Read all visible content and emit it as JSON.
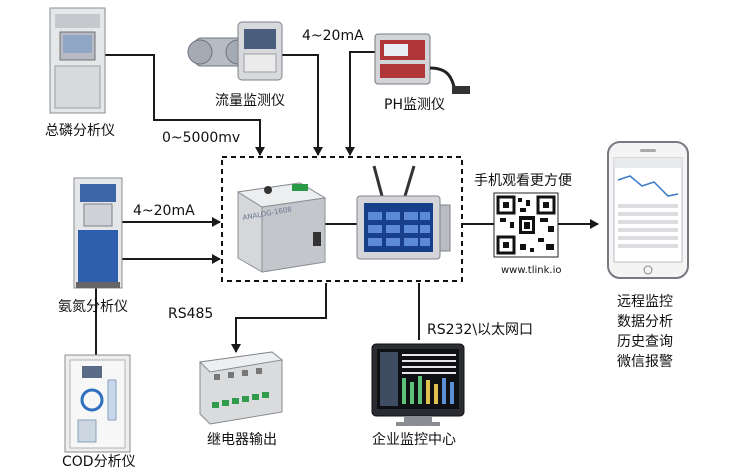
{
  "labels": {
    "tp_analyzer": "总磷分析仪",
    "flow_monitor": "流量监测仪",
    "ph_monitor": "PH监测仪",
    "nh3_analyzer": "氨氮分析仪",
    "cod_analyzer": "COD分析仪",
    "relay_output": "继电器输出",
    "monitor_center": "企业监控中心",
    "signal_mv": "0~5000mv",
    "signal_ma_top": "4~20mA",
    "signal_ma_left": "4~20mA",
    "signal_rs485": "RS485",
    "signal_rs232": "RS232\\以太网口",
    "phone_view": "手机观看更方便",
    "website": "www.tlink.io",
    "device_model": "ANALOG-1608"
  },
  "features": [
    "远程监控",
    "数据分析",
    "历史查询",
    "微信报警"
  ],
  "colors": {
    "wire": "#1a1a1a",
    "device_gray": "#c9ccd1",
    "screen_blue": "#1e4fa6"
  }
}
